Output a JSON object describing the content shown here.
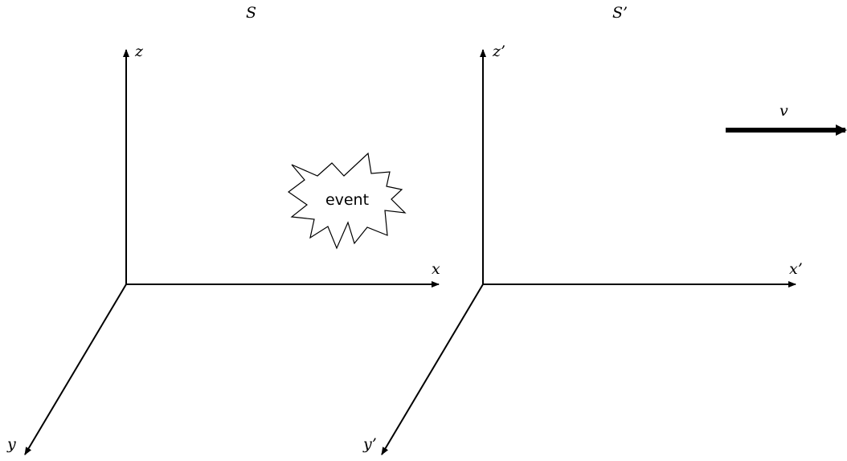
{
  "frames": [
    {
      "title": "S",
      "axes": {
        "x": "x",
        "y": "y",
        "z": "z"
      }
    },
    {
      "title": "S’",
      "axes": {
        "x": "x’",
        "y": "y’",
        "z": "z’"
      }
    }
  ],
  "event": {
    "label": "event"
  },
  "velocity": {
    "label": "v"
  }
}
